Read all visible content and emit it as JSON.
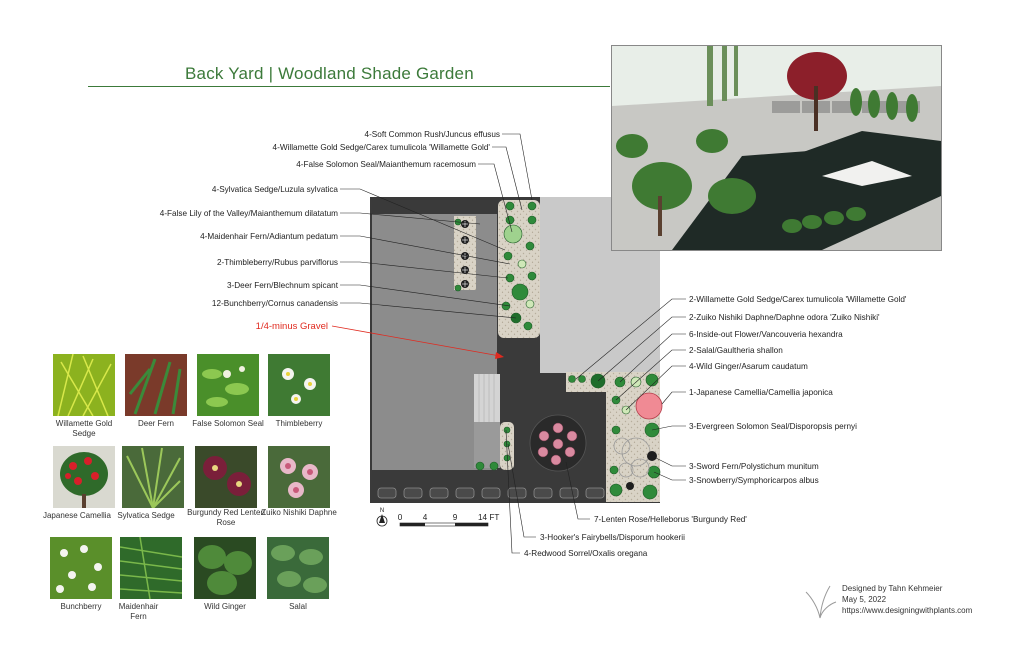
{
  "title": "Back Yard | Woodland Shade Garden",
  "labels_left": [
    "4-Soft Common Rush/Juncus effusus",
    "4-Willamette Gold Sedge/Carex tumulicola 'Willamette Gold'",
    "4-False Solomon Seal/Maianthemum racemosum",
    "4-Sylvatica Sedge/Luzula sylvatica",
    "4-False Lily of the Valley/Maianthemum dilatatum",
    "4-Maidenhair Fern/Adiantum pedatum",
    "2-Thimbleberry/Rubus parviflorus",
    "3-Deer Fern/Blechnum spicant",
    "12-Bunchberry/Cornus canadensis"
  ],
  "gravel_label": "1/4-minus Gravel",
  "labels_right": [
    "2-Willamette Gold Sedge/Carex tumulicola 'Willamette Gold'",
    "2-Zuiko Nishiki Daphne/Daphne odora 'Zuiko Nishiki'",
    "6-Inside-out Flower/Vancouveria hexandra",
    "2-Salal/Gaultheria shallon",
    "4-Wild Ginger/Asarum caudatum",
    "1-Japanese Camellia/Camellia japonica",
    "3-Evergreen Solomon Seal/Disporopsis pernyi",
    "3-Sword Fern/Polystichum munitum",
    "3-Snowberry/Symphoricarpos albus"
  ],
  "labels_bottom": [
    "7-Lenten Rose/Helleborus 'Burgundy Red'",
    "3-Hooker's Fairybells/Disporum hookerii",
    "4-Redwood Sorrel/Oxalis oregana"
  ],
  "scale": {
    "north": "N",
    "ticks": [
      "0",
      "4",
      "9",
      "14 FT"
    ]
  },
  "plants": [
    {
      "caption": "Willamette Gold Sedge",
      "icon": "sedge-photo"
    },
    {
      "caption": "Deer Fern",
      "icon": "fern-photo"
    },
    {
      "caption": "False Solomon Seal",
      "icon": "solomon-seal-photo"
    },
    {
      "caption": "Thimbleberry",
      "icon": "thimbleberry-photo"
    },
    {
      "caption": "Japanese Camellia",
      "icon": "camellia-photo"
    },
    {
      "caption": "Sylvatica Sedge",
      "icon": "sedge-photo"
    },
    {
      "caption": "Burgundy Red Lenten Rose",
      "icon": "hellebore-photo"
    },
    {
      "caption": "Zuiko Nishiki Daphne",
      "icon": "daphne-photo"
    },
    {
      "caption": "Bunchberry",
      "icon": "bunchberry-photo"
    },
    {
      "caption": "Maidenhair Fern",
      "icon": "fern-photo"
    },
    {
      "caption": "Wild Ginger",
      "icon": "ginger-photo"
    },
    {
      "caption": "Salal",
      "icon": "salal-photo"
    }
  ],
  "credit": {
    "designer": "Designed by Tahn Kehmeier",
    "date": "May 5, 2022",
    "url": "https://www.designingwithplants.com"
  },
  "colors": {
    "title": "#3c7a3a",
    "paving": "#3a3a3a",
    "lawn": "#8c8c8c",
    "patio": "#c9c9c9",
    "planting_bed": "#d9d3c6",
    "plant_green": "#2f8a3a",
    "gravel_text": "#e02a1f"
  }
}
